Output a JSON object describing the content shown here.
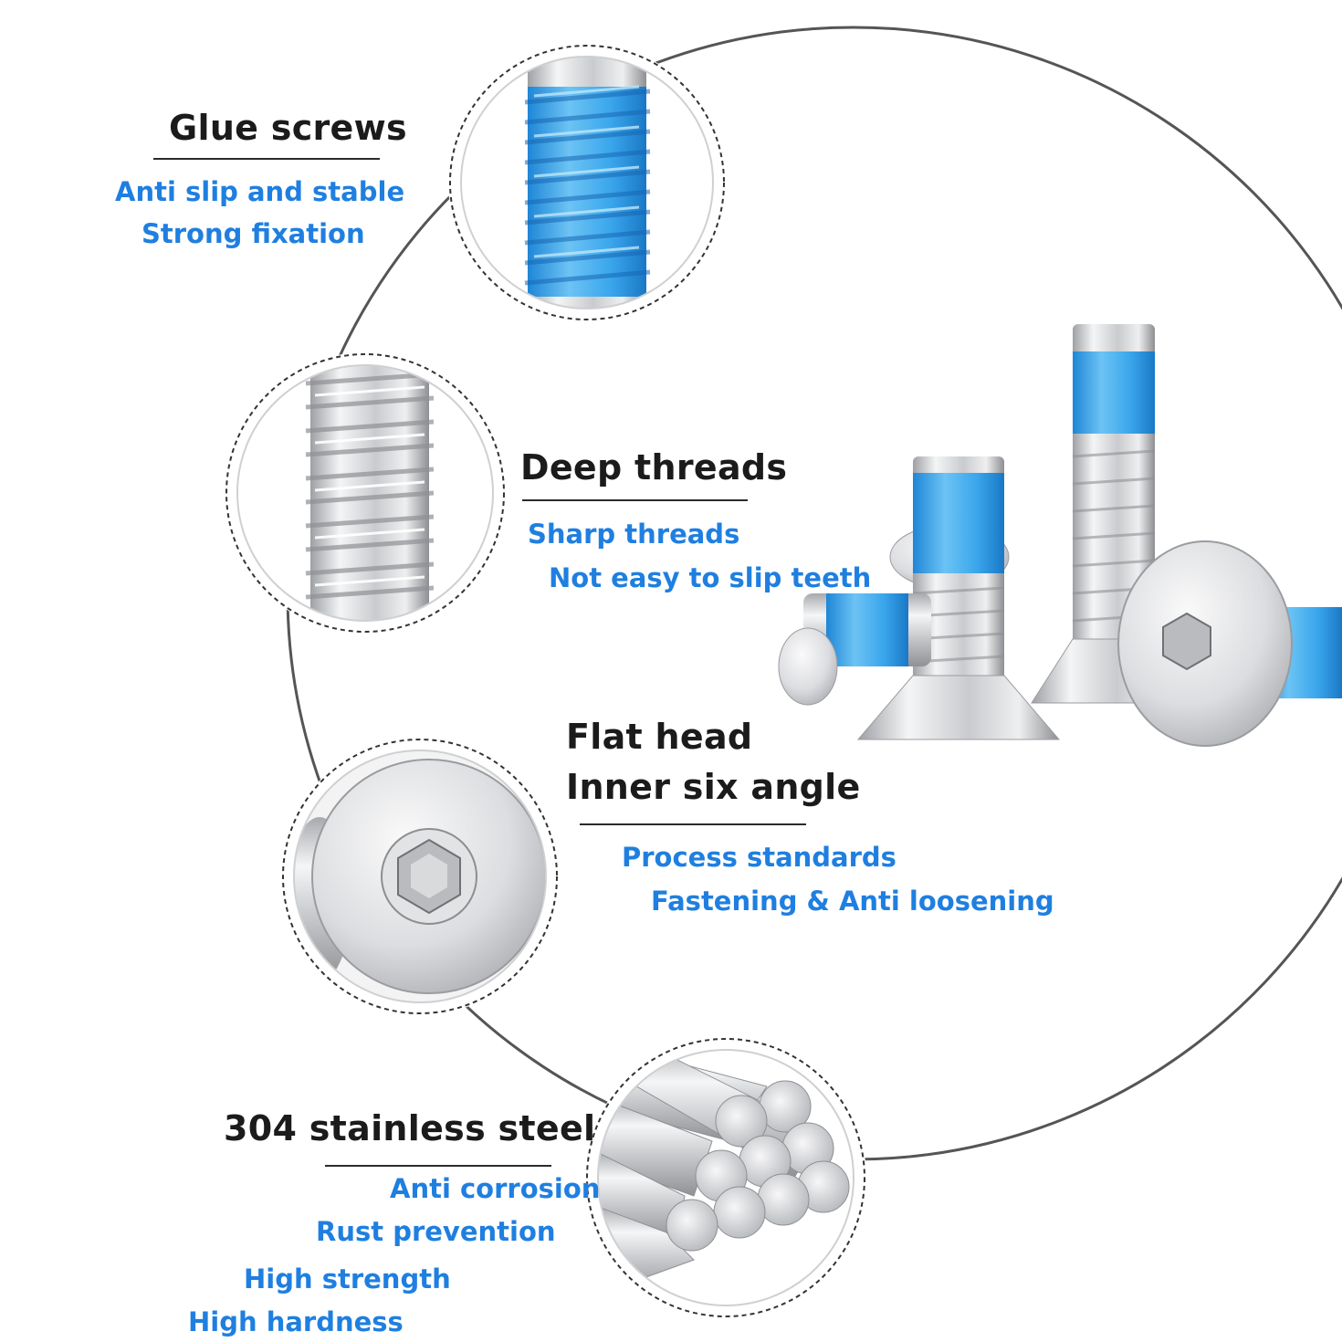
{
  "features": [
    {
      "title": "Glue screws",
      "points": [
        "Anti slip and stable",
        "Strong fixation"
      ]
    },
    {
      "title": "Deep threads",
      "points": [
        "Sharp threads",
        "Not easy to slip teeth"
      ]
    },
    {
      "title_lines": [
        "Flat head",
        "Inner six angle"
      ],
      "points": [
        "Process standards",
        "Fastening & Anti loosening"
      ]
    },
    {
      "title": "304 stainless steel",
      "points": [
        "Anti corrosion",
        "Rust prevention",
        "High strength",
        "High hardness"
      ]
    }
  ],
  "colors": {
    "title": "#1b1b1b",
    "point": "#1f7fe0",
    "glue_coating": "#3aa6ec",
    "steel": "#d8d9db",
    "ring": "#555555"
  },
  "icons": [
    "glue-coated-thread-closeup",
    "steel-thread-closeup",
    "hex-socket-flat-head",
    "steel-rod-bundle",
    "countersunk-screws-group"
  ]
}
